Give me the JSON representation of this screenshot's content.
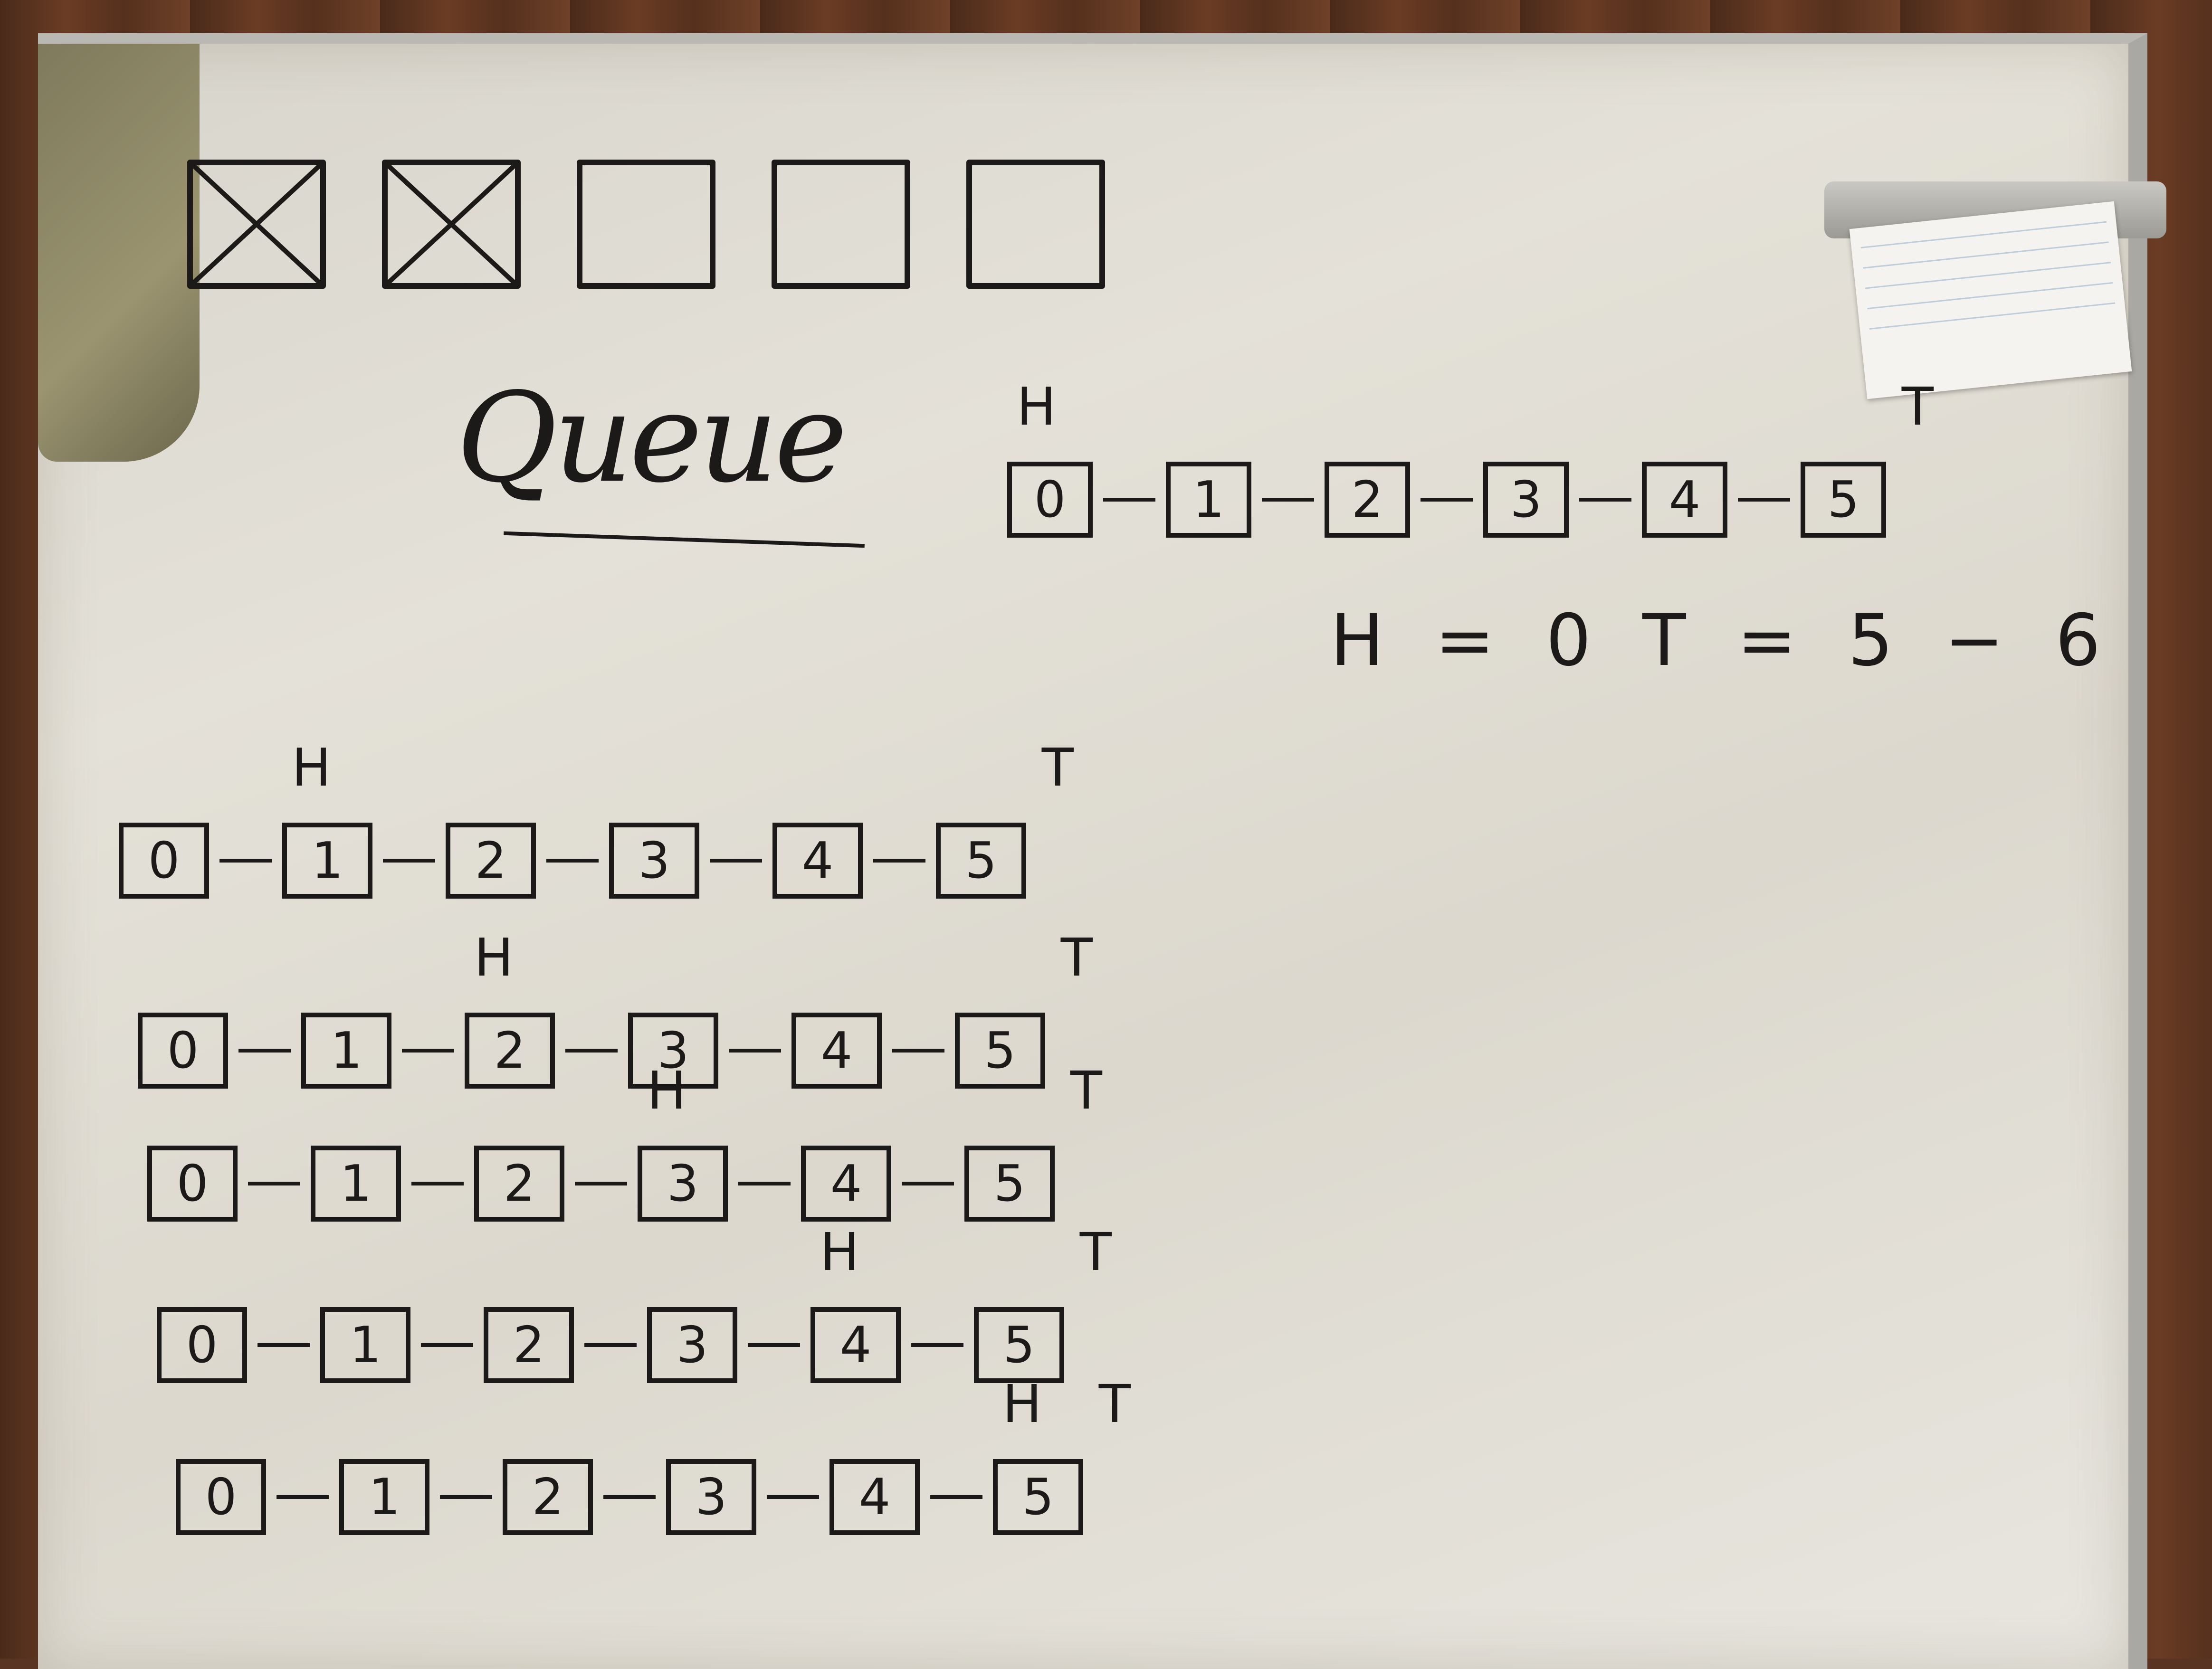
{
  "header_boxes": [
    {
      "crossed": true
    },
    {
      "crossed": true
    },
    {
      "crossed": false
    },
    {
      "crossed": false
    },
    {
      "crossed": false
    }
  ],
  "title": "Queue",
  "top_queue": {
    "head_label": "H",
    "tail_label": "T",
    "nodes": [
      "0",
      "1",
      "2",
      "3",
      "4",
      "5"
    ],
    "head_index": 0,
    "tail_index": 5
  },
  "equation": "H = 0  T = 5  − 6",
  "queues": [
    {
      "nodes": [
        "0",
        "1",
        "2",
        "3",
        "4",
        "5"
      ],
      "head_index": 1,
      "tail_index": 5
    },
    {
      "nodes": [
        "0",
        "1",
        "2",
        "3",
        "4",
        "5"
      ],
      "head_index": 2,
      "tail_index": 5
    },
    {
      "nodes": [
        "0",
        "1",
        "2",
        "3",
        "4",
        "5"
      ],
      "head_index": 3,
      "tail_index": 5
    },
    {
      "nodes": [
        "0",
        "1",
        "2",
        "3",
        "4",
        "5"
      ],
      "head_index": 4,
      "tail_index": 5
    },
    {
      "nodes": [
        "0",
        "1",
        "2",
        "3",
        "4",
        "5"
      ],
      "head_index": 5,
      "tail_index": 5
    }
  ],
  "marker_labels": {
    "head": "H",
    "tail": "T"
  }
}
